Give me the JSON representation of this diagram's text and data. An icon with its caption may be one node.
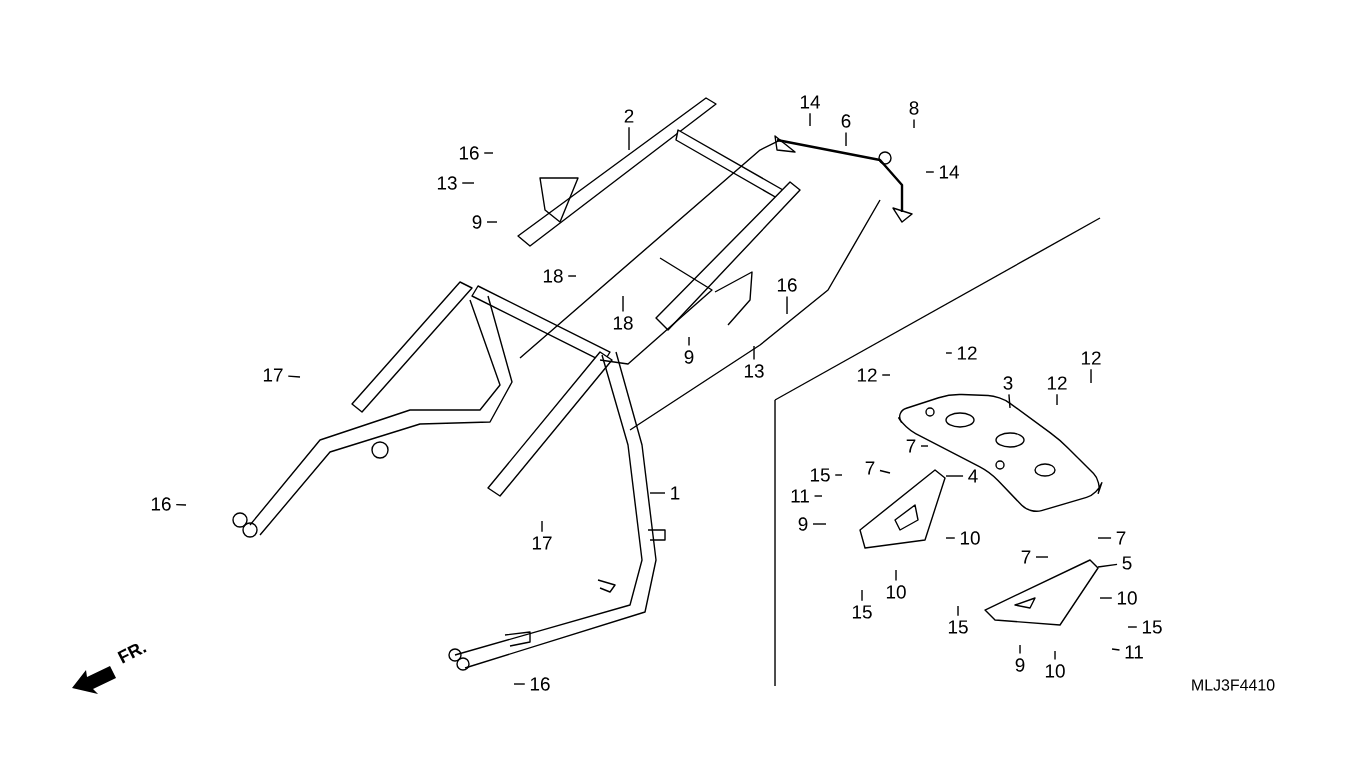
{
  "diagram": {
    "nodes": [
      {
        "text": [
          "2"
        ]
      },
      {
        "text": [
          "16"
        ]
      },
      {
        "text": [
          "13"
        ]
      },
      {
        "text": [
          "9"
        ]
      },
      {
        "text": [
          "18"
        ]
      },
      {
        "text": [
          "18"
        ]
      },
      {
        "text": [
          "17"
        ]
      },
      {
        "text": [
          "16"
        ]
      },
      {
        "text": [
          "1"
        ]
      },
      {
        "text": [
          "17"
        ]
      },
      {
        "text": [
          "16"
        ]
      },
      {
        "text": [
          "14"
        ]
      },
      {
        "text": [
          "6"
        ]
      },
      {
        "text": [
          "8"
        ]
      },
      {
        "text": [
          "14"
        ]
      },
      {
        "text": [
          "16"
        ]
      },
      {
        "text": [
          "9"
        ]
      },
      {
        "text": [
          "13"
        ]
      },
      {
        "text": [
          "12"
        ]
      },
      {
        "text": [
          "12"
        ]
      },
      {
        "text": [
          "3"
        ]
      },
      {
        "text": [
          "12"
        ]
      },
      {
        "text": [
          "12"
        ]
      },
      {
        "text": [
          "7"
        ]
      },
      {
        "text": [
          "7"
        ]
      },
      {
        "text": [
          "15"
        ]
      },
      {
        "text": [
          "4"
        ]
      },
      {
        "text": [
          "11"
        ]
      },
      {
        "text": [
          "9"
        ]
      },
      {
        "text": [
          "10"
        ]
      },
      {
        "text": [
          "7"
        ]
      },
      {
        "text": [
          "7"
        ]
      },
      {
        "text": [
          "5"
        ]
      },
      {
        "text": [
          "10"
        ]
      },
      {
        "text": [
          "15"
        ]
      },
      {
        "text": [
          "10"
        ]
      },
      {
        "text": [
          "15"
        ]
      },
      {
        "text": [
          "15"
        ]
      },
      {
        "text": [
          "11"
        ]
      },
      {
        "text": [
          "9"
        ]
      },
      {
        "text": [
          "10"
        ]
      }
    ],
    "edges": [
      {
        "from": 0,
        "to": null,
        "arrow": "none"
      },
      {
        "from": 1,
        "to": null,
        "arrow": "none"
      },
      {
        "from": 2,
        "to": null,
        "arrow": "none"
      },
      {
        "from": 3,
        "to": null,
        "arrow": "none"
      },
      {
        "from": 4,
        "to": null,
        "arrow": "none"
      },
      {
        "from": 5,
        "to": null,
        "arrow": "none"
      },
      {
        "from": 6,
        "to": null,
        "arrow": "none"
      },
      {
        "from": 7,
        "to": null,
        "arrow": "none"
      },
      {
        "from": 8,
        "to": null,
        "arrow": "none"
      },
      {
        "from": 9,
        "to": null,
        "arrow": "none"
      },
      {
        "from": 10,
        "to": null,
        "arrow": "none"
      },
      {
        "from": 11,
        "to": null,
        "arrow": "none"
      },
      {
        "from": 12,
        "to": null,
        "arrow": "none"
      },
      {
        "from": 13,
        "to": null,
        "arrow": "none"
      },
      {
        "from": 14,
        "to": null,
        "arrow": "none"
      },
      {
        "from": 15,
        "to": null,
        "arrow": "none"
      },
      {
        "from": 16,
        "to": null,
        "arrow": "none"
      },
      {
        "from": 17,
        "to": null,
        "arrow": "none"
      },
      {
        "from": 18,
        "to": null,
        "arrow": "none"
      },
      {
        "from": 19,
        "to": null,
        "arrow": "none"
      },
      {
        "from": 20,
        "to": null,
        "arrow": "none"
      },
      {
        "from": 21,
        "to": null,
        "arrow": "none"
      },
      {
        "from": 22,
        "to": null,
        "arrow": "none"
      },
      {
        "from": 23,
        "to": null,
        "arrow": "none"
      },
      {
        "from": 24,
        "to": null,
        "arrow": "none"
      },
      {
        "from": 25,
        "to": null,
        "arrow": "none"
      },
      {
        "from": 26,
        "to": null,
        "arrow": "none"
      },
      {
        "from": 27,
        "to": null,
        "arrow": "none"
      },
      {
        "from": 28,
        "to": null,
        "arrow": "none"
      },
      {
        "from": 29,
        "to": null,
        "arrow": "none"
      },
      {
        "from": 30,
        "to": null,
        "arrow": "none"
      },
      {
        "from": 31,
        "to": null,
        "arrow": "none"
      },
      {
        "from": 32,
        "to": null,
        "arrow": "none"
      },
      {
        "from": 33,
        "to": null,
        "arrow": "none"
      },
      {
        "from": 34,
        "to": null,
        "arrow": "none"
      },
      {
        "from": 35,
        "to": null,
        "arrow": "none"
      },
      {
        "from": 36,
        "to": null,
        "arrow": "none"
      },
      {
        "from": 37,
        "to": null,
        "arrow": "none"
      },
      {
        "from": 38,
        "to": null,
        "arrow": "none"
      },
      {
        "from": 39,
        "to": null,
        "arrow": "none"
      },
      {
        "from": 40,
        "to": null,
        "arrow": "none"
      }
    ],
    "labels": [
      "FR.",
      "MLJ3F4410"
    ]
  }
}
